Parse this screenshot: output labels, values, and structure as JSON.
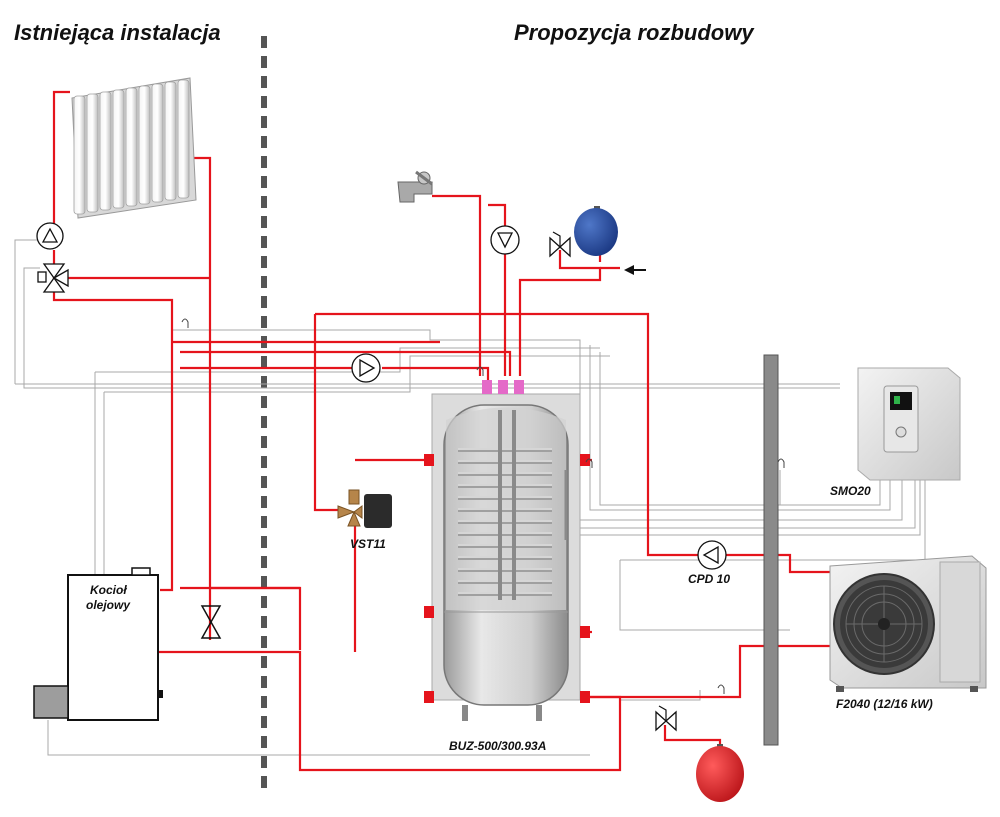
{
  "headings": {
    "existing": "Istniejąca instalacja",
    "proposal": "Propozycja rozbudowy"
  },
  "components": {
    "boiler_line1": "Kocioł",
    "boiler_line2": "olejowy",
    "valve": "VST11",
    "tank": "BUZ-500/300.93A",
    "controller": "SMO20",
    "pump": "CPD 10",
    "heat_pump": "F2040  (12/16 kW)"
  },
  "colors": {
    "hot_pipe": "#e5141c",
    "signal_wire": "#a8a8a8",
    "divider": "#555555",
    "expansion_vessel_dhw": "#1d3f8f",
    "expansion_vessel_heating": "#e5141c"
  }
}
